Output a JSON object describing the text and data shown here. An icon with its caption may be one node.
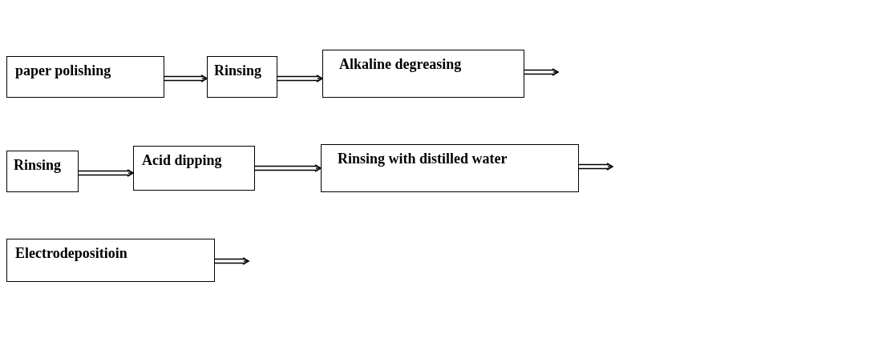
{
  "diagram": {
    "nodes": [
      {
        "text": [
          "paper polishing"
        ]
      },
      {
        "text": [
          "Rinsing"
        ]
      },
      {
        "text": [
          "Alkaline degreasing"
        ]
      },
      {
        "text": [
          "Rinsing"
        ]
      },
      {
        "text": [
          "Acid dipping"
        ]
      },
      {
        "text": [
          "Rinsing with distilled water"
        ]
      },
      {
        "text": [
          "Electrodepositioin"
        ]
      }
    ],
    "edges": [
      {
        "from": 0,
        "to": 1,
        "arrow": "to"
      },
      {
        "from": 1,
        "to": 2,
        "arrow": "to"
      },
      {
        "from": 2,
        "to": null,
        "arrow": "to"
      },
      {
        "from": 3,
        "to": 4,
        "arrow": "to"
      },
      {
        "from": 4,
        "to": 5,
        "arrow": "to"
      },
      {
        "from": 5,
        "to": null,
        "arrow": "to"
      },
      {
        "from": 6,
        "to": null,
        "arrow": "to"
      }
    ]
  }
}
